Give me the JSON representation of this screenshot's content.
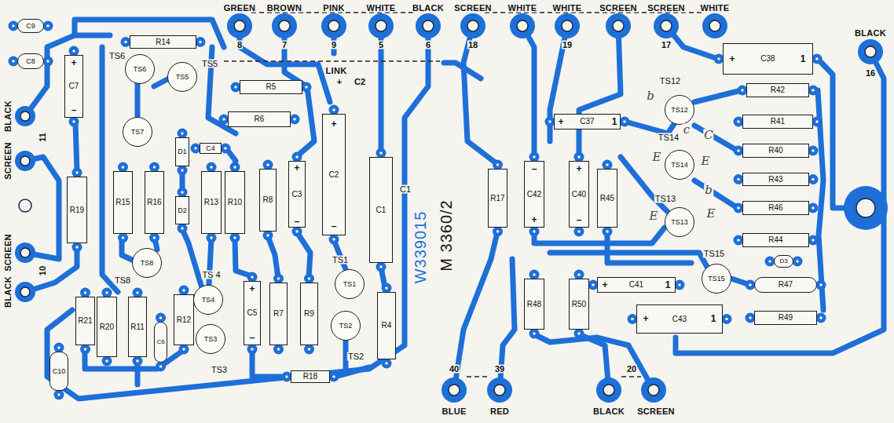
{
  "diagram": {
    "nodes": [
      {
        "text": [
          "C9"
        ]
      },
      {
        "text": [
          "C8"
        ]
      },
      {
        "text": [
          "C7"
        ]
      },
      {
        "text": [
          "R14"
        ]
      },
      {
        "text": [
          "TS6",
          "TS6"
        ]
      },
      {
        "text": [
          "TS5",
          "TS5"
        ]
      },
      {
        "text": [
          "TS7"
        ]
      },
      {
        "text": [
          "D1"
        ]
      },
      {
        "text": [
          "C4"
        ]
      },
      {
        "text": [
          "D2"
        ]
      },
      {
        "text": [
          "R5"
        ]
      },
      {
        "text": [
          "R6"
        ]
      },
      {
        "text": [
          "C2"
        ]
      },
      {
        "text": [
          "C1",
          "C1"
        ]
      },
      {
        "text": [
          "R19"
        ]
      },
      {
        "text": [
          "R15"
        ]
      },
      {
        "text": [
          "R16"
        ]
      },
      {
        "text": [
          "R13"
        ]
      },
      {
        "text": [
          "R10"
        ]
      },
      {
        "text": [
          "R8"
        ]
      },
      {
        "text": [
          "C3"
        ]
      },
      {
        "text": [
          "TS8",
          "TS8"
        ]
      },
      {
        "text": [
          "TS 4",
          "TS4"
        ]
      },
      {
        "text": [
          "TS3",
          "TS3"
        ]
      },
      {
        "text": [
          "C5"
        ]
      },
      {
        "text": [
          "R7"
        ]
      },
      {
        "text": [
          "R9"
        ]
      },
      {
        "text": [
          "TS1",
          "TS1"
        ]
      },
      {
        "text": [
          "TS2",
          "TS2"
        ]
      },
      {
        "text": [
          "R4"
        ]
      },
      {
        "text": [
          "R21"
        ]
      },
      {
        "text": [
          "R20"
        ]
      },
      {
        "text": [
          "R11"
        ]
      },
      {
        "text": [
          "R12"
        ]
      },
      {
        "text": [
          "C6"
        ]
      },
      {
        "text": [
          "C10"
        ]
      },
      {
        "text": [
          "R18"
        ]
      },
      {
        "text": [
          "R17"
        ]
      },
      {
        "text": [
          "C42"
        ]
      },
      {
        "text": [
          "C40"
        ]
      },
      {
        "text": [
          "R45"
        ]
      },
      {
        "text": [
          "C37"
        ]
      },
      {
        "text": [
          "C38"
        ]
      },
      {
        "text": [
          "TS12",
          "TS12"
        ]
      },
      {
        "text": [
          "TS14",
          "TS14"
        ]
      },
      {
        "text": [
          "TS13",
          "TS13"
        ]
      },
      {
        "text": [
          "TS15",
          "TS15"
        ]
      },
      {
        "text": [
          "R42"
        ]
      },
      {
        "text": [
          "R41"
        ]
      },
      {
        "text": [
          "R40"
        ]
      },
      {
        "text": [
          "R43"
        ]
      },
      {
        "text": [
          "R46"
        ]
      },
      {
        "text": [
          "R44"
        ]
      },
      {
        "text": [
          "R47"
        ]
      },
      {
        "text": [
          "R49"
        ]
      },
      {
        "text": [
          "C41"
        ]
      },
      {
        "text": [
          "C43"
        ]
      },
      {
        "text": [
          "R48"
        ]
      },
      {
        "text": [
          "R50"
        ]
      },
      {
        "text": [
          "D3"
        ]
      }
    ],
    "labels": [
      "GREEN",
      "8",
      "BROWN",
      "7",
      "PINK",
      "9",
      "WHITE",
      "5",
      "BLACK",
      "6",
      "SCREEN",
      "18",
      "WHITE",
      "WHITE",
      "19",
      "SCREEN",
      "SCREEN",
      "17",
      "WHITE",
      "BLACK",
      "16",
      "LINK",
      "+",
      "C2",
      "BLACK",
      "SCREEN",
      "11",
      "SCREEN",
      "BLACK",
      "10",
      "40",
      "BLUE",
      "39",
      "RED",
      "20",
      "BLACK",
      "SCREEN",
      "W339015",
      "M 3360/2",
      "b",
      "c",
      "C",
      "E",
      "E",
      "b",
      "E",
      "E",
      "+",
      "–",
      "+",
      "–",
      "+",
      "–",
      "+",
      "–",
      "–",
      "+",
      "+",
      "–",
      "+",
      "1",
      "+",
      "1",
      "+",
      "1",
      "+",
      "1"
    ]
  }
}
